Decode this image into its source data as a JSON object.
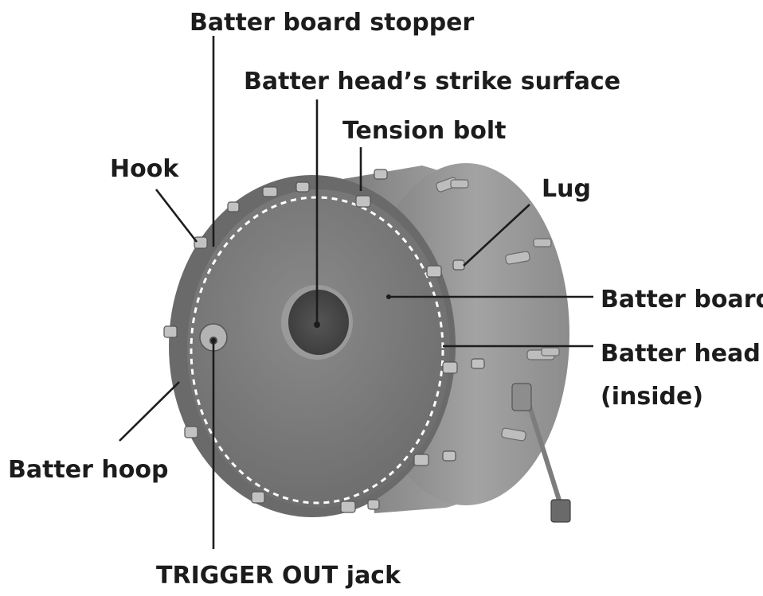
{
  "labels": {
    "batter_board_stopper": "Batter board stopper",
    "strike_surface": "Batter head’s strike surface",
    "tension_bolt": "Tension bolt",
    "hook": "Hook",
    "lug": "Lug",
    "batter_board": "Batter board",
    "batter_head_line1": "Batter head",
    "batter_head_line2": "(inside)",
    "batter_hoop": "Batter hoop",
    "trigger_out_jack": "TRIGGER OUT jack"
  },
  "colors": {
    "text": "#1c1c1c",
    "shell": "#8e8e8e",
    "board": "#7a7a7a",
    "hoop": "#5f5f5f",
    "hardware": "#b9b9b9"
  }
}
